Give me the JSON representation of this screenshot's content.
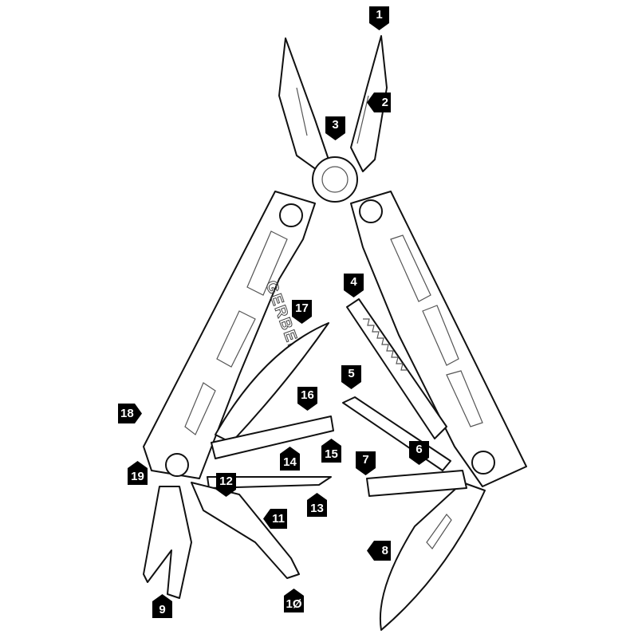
{
  "diagram": {
    "brand_text": "GERBER",
    "callouts": [
      {
        "id": "1",
        "label": "1"
      },
      {
        "id": "2",
        "label": "2"
      },
      {
        "id": "3",
        "label": "3"
      },
      {
        "id": "4",
        "label": "4"
      },
      {
        "id": "5",
        "label": "5"
      },
      {
        "id": "6",
        "label": "6"
      },
      {
        "id": "7",
        "label": "7"
      },
      {
        "id": "8",
        "label": "8"
      },
      {
        "id": "9",
        "label": "9"
      },
      {
        "id": "10",
        "label": "1Ø"
      },
      {
        "id": "11",
        "label": "11"
      },
      {
        "id": "12",
        "label": "12"
      },
      {
        "id": "13",
        "label": "13"
      },
      {
        "id": "14",
        "label": "14"
      },
      {
        "id": "15",
        "label": "15"
      },
      {
        "id": "16",
        "label": "16"
      },
      {
        "id": "17",
        "label": "17"
      },
      {
        "id": "18",
        "label": "18"
      },
      {
        "id": "19",
        "label": "19"
      }
    ]
  }
}
